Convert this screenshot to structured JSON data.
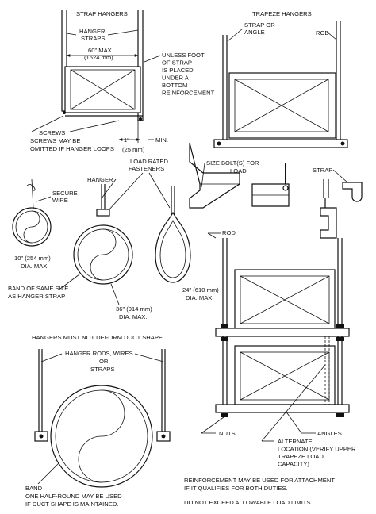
{
  "strap_hangers": {
    "title": "STRAP HANGERS",
    "hanger_straps": [
      "HANGER",
      "STRAPS"
    ],
    "width": [
      "60\" MAX.",
      "(1524 mm)"
    ],
    "unless": [
      "UNLESS FOOT",
      "OF STRAP",
      "IS PLACED",
      "UNDER A",
      "BOTTOM",
      "REINFORCEMENT"
    ],
    "screws": "SCREWS",
    "screws_omit": [
      "SCREWS MAY BE",
      "OMITTED IF HANGER LOOPS"
    ],
    "min": [
      "1\"",
      "MIN.",
      "(25 mm)"
    ]
  },
  "trapeze_hangers": {
    "title": "TRAPEZE HANGERS",
    "strap_or_angle": [
      "STRAP OR",
      "ANGLE"
    ],
    "rod": "ROD",
    "size_bolts": [
      "SIZE BOLT(S) FOR",
      "LOAD"
    ],
    "strap": "STRAP"
  },
  "round_hangers": {
    "hanger": "HANGER",
    "load_rated": [
      "LOAD RATED",
      "FASTENERS"
    ],
    "secure_wire": [
      "SECURE",
      "WIRE"
    ],
    "dia10": [
      "10\" (254 mm)",
      "DIA. MAX."
    ],
    "dia24": [
      "24\" (610 mm)",
      "DIA. MAX."
    ],
    "band_same": [
      "BAND OF SAME SIZE",
      "AS HANGER STRAP"
    ],
    "dia36": [
      "36\" (914 mm)",
      "DIA. MAX."
    ]
  },
  "double_trapeze": {
    "rod": "ROD",
    "nuts": "NUTS",
    "angles": "ANGLES",
    "alternate": [
      "ALTERNATE",
      "LOCATION (VERIFY UPPER",
      "TRAPEZE LOAD",
      "CAPACITY)"
    ]
  },
  "large_round": {
    "title": "HANGERS MUST NOT DEFORM DUCT SHAPE",
    "rods": [
      "HANGER RODS, WIRES",
      "OR",
      "STRAPS"
    ],
    "band": [
      "BAND",
      "ONE HALF-ROUND MAY BE USED",
      "IF DUCT SHAPE IS MAINTAINED."
    ]
  },
  "notes": {
    "reinforcement": [
      "REINFORCEMENT MAY BE USED FOR ATTACHMENT",
      "IF IT QUALIFIES FOR BOTH DUTIES."
    ],
    "limits": "DO NOT EXCEED ALLOWABLE LOAD LIMITS."
  }
}
